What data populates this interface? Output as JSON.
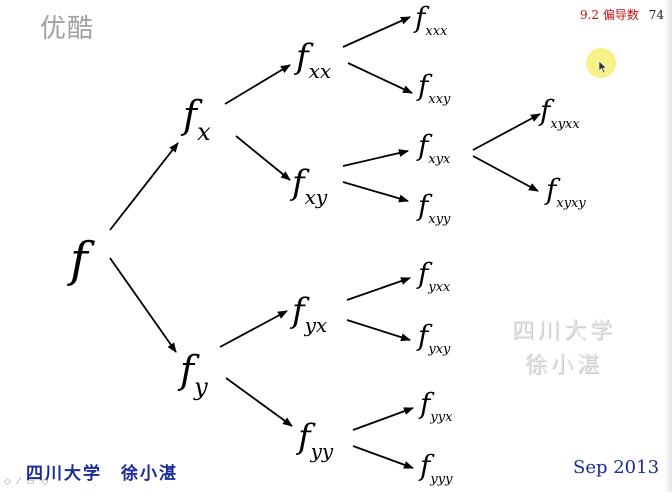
{
  "watermark_top": "优酷",
  "header": {
    "section": "9.2 偏导数",
    "page": "74"
  },
  "watermark_center": {
    "line1": "四川大学",
    "line2": "徐小湛"
  },
  "footer": {
    "left": "四川大学　徐小湛",
    "right": "Sep 2013"
  },
  "player_controls": "◇ ⁄ ▭ ◇",
  "tree": {
    "root": {
      "base": "f",
      "sub": ""
    },
    "level1": [
      {
        "base": "f",
        "sub": "x"
      },
      {
        "base": "f",
        "sub": "y"
      }
    ],
    "level2": [
      {
        "base": "f",
        "sub": "xx"
      },
      {
        "base": "f",
        "sub": "xy"
      },
      {
        "base": "f",
        "sub": "yx"
      },
      {
        "base": "f",
        "sub": "yy"
      }
    ],
    "level3": [
      {
        "base": "f",
        "sub": "xxx"
      },
      {
        "base": "f",
        "sub": "xxy"
      },
      {
        "base": "f",
        "sub": "xyx"
      },
      {
        "base": "f",
        "sub": "xyy"
      },
      {
        "base": "f",
        "sub": "yxx"
      },
      {
        "base": "f",
        "sub": "yxy"
      },
      {
        "base": "f",
        "sub": "yyx"
      },
      {
        "base": "f",
        "sub": "yyy"
      }
    ],
    "level4": [
      {
        "base": "f",
        "sub": "xyxx"
      },
      {
        "base": "f",
        "sub": "xyxy"
      }
    ]
  }
}
